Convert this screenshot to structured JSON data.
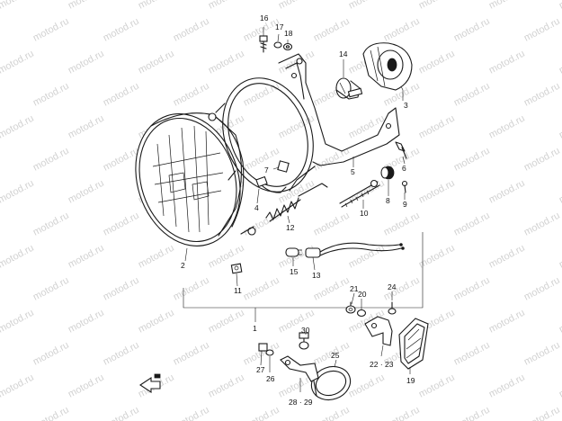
{
  "watermark": "motod.ru",
  "callouts": [
    "1",
    "2",
    "3",
    "4",
    "5",
    "6",
    "7",
    "8",
    "9",
    "10",
    "11",
    "12",
    "13",
    "14",
    "15",
    "16",
    "17",
    "18",
    "19",
    "20",
    "21",
    "22 · 23",
    "24",
    "25",
    "26",
    "27",
    "28 · 29",
    "30"
  ],
  "icons": {
    "direction_arrow": "front-direction-arrow-icon"
  }
}
